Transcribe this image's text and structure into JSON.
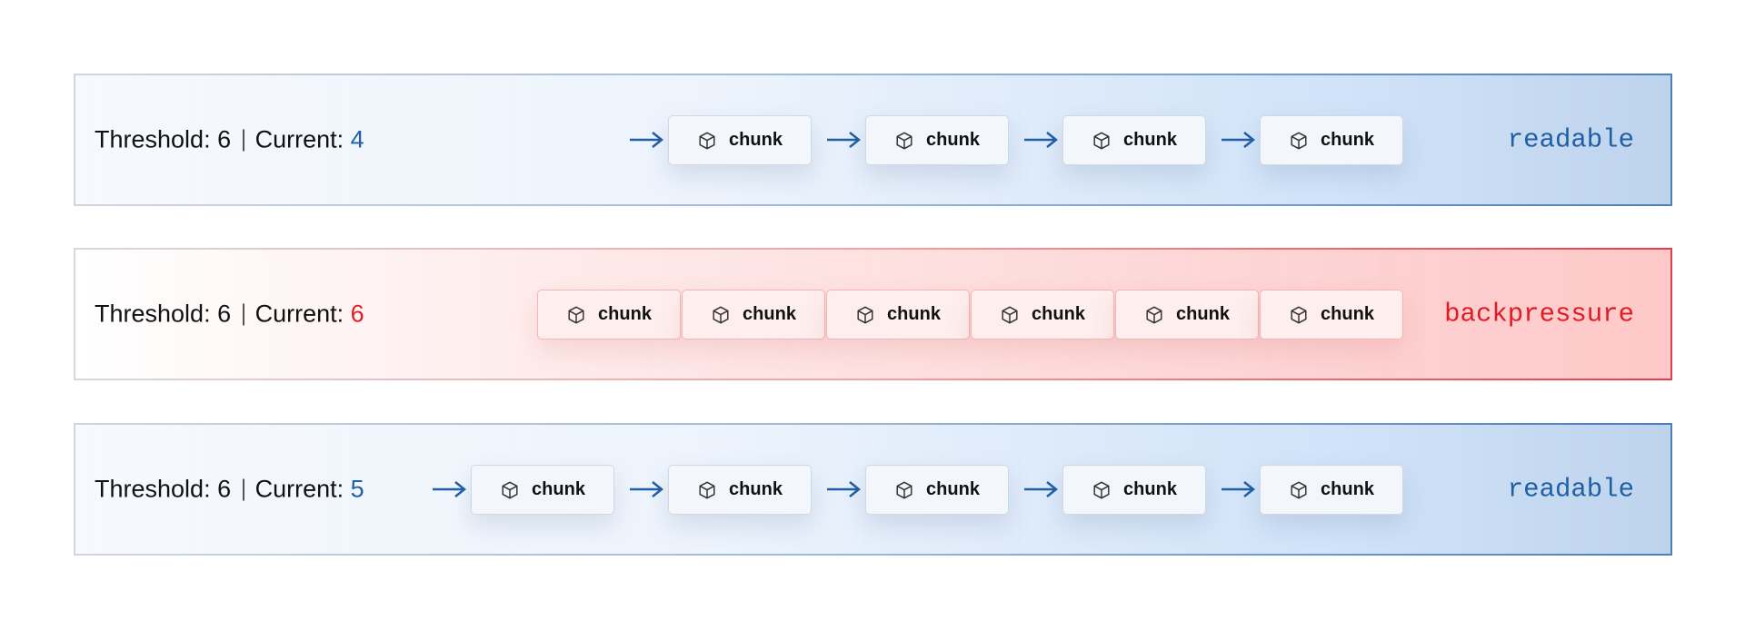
{
  "rows": [
    {
      "threshold_label": "Threshold: 6",
      "current_label": "Current:",
      "current_value": "4",
      "status": "readable",
      "chunks": [
        "chunk",
        "chunk",
        "chunk",
        "chunk"
      ]
    },
    {
      "threshold_label": "Threshold: 6",
      "current_label": "Current:",
      "current_value": "6",
      "status": "backpressure",
      "chunks": [
        "chunk",
        "chunk",
        "chunk",
        "chunk",
        "chunk",
        "chunk"
      ]
    },
    {
      "threshold_label": "Threshold: 6",
      "current_label": "Current:",
      "current_value": "5",
      "status": "readable",
      "chunks": [
        "chunk",
        "chunk",
        "chunk",
        "chunk",
        "chunk"
      ]
    }
  ],
  "colors": {
    "readable": "#1f5fa6",
    "backpressure": "#e01b24"
  },
  "icons": {
    "chunk": "cube-icon",
    "flow": "arrow-right-icon"
  }
}
